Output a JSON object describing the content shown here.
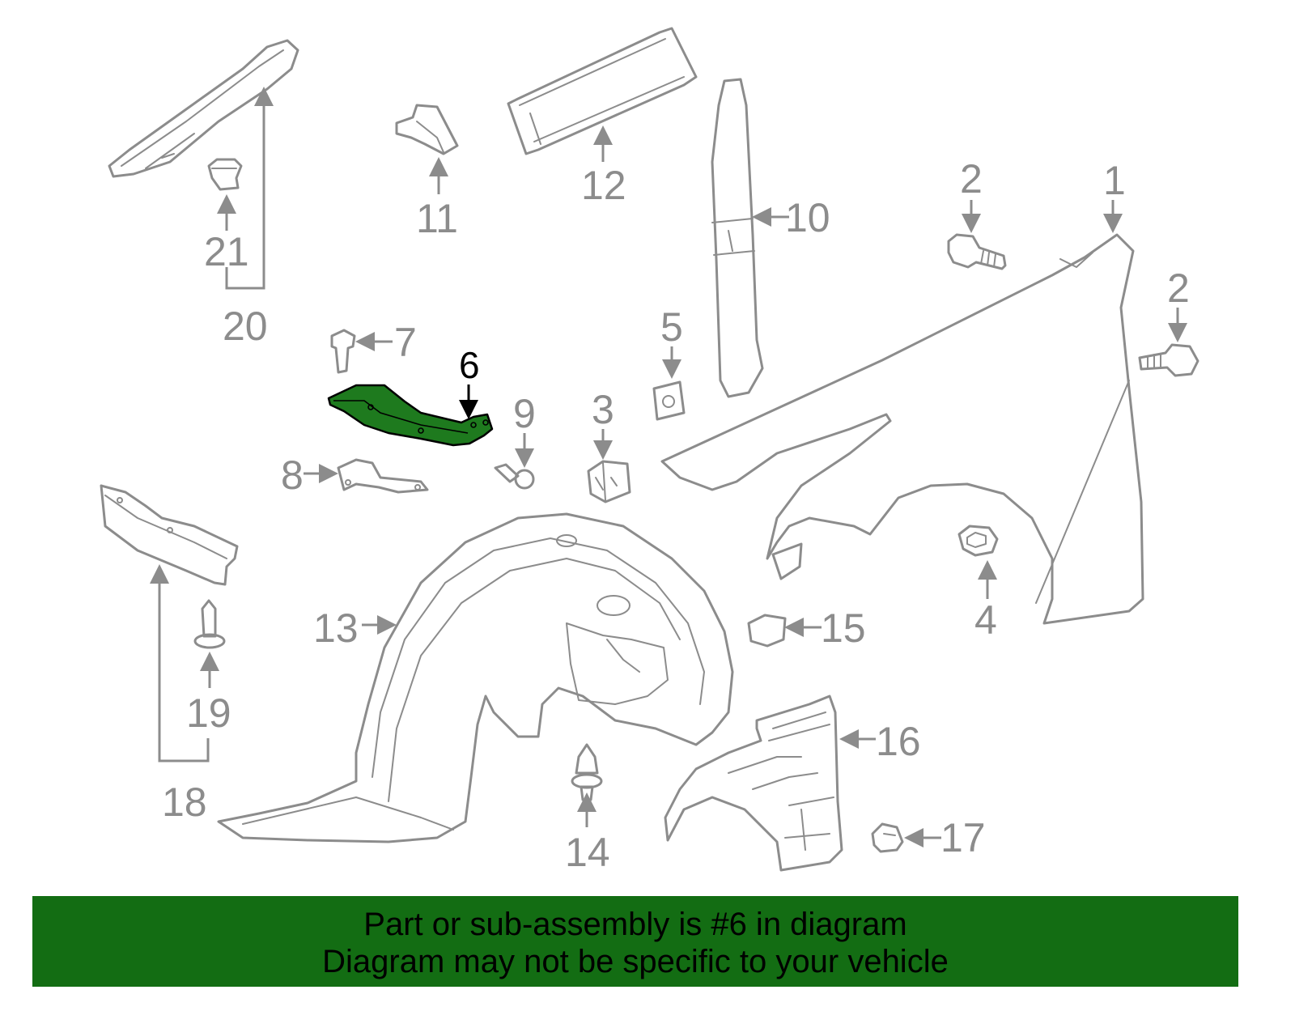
{
  "highlight_color": "#1e7a1e",
  "banner_color": "#136d13",
  "labels": {
    "p1": "1",
    "p2a": "2",
    "p2b": "2",
    "p3": "3",
    "p4": "4",
    "p5": "5",
    "p6": "6",
    "p7": "7",
    "p8": "8",
    "p9": "9",
    "p10": "10",
    "p11": "11",
    "p12": "12",
    "p13": "13",
    "p14": "14",
    "p15": "15",
    "p16": "16",
    "p17": "17",
    "p18": "18",
    "p19": "19",
    "p20": "20",
    "p21": "21"
  },
  "banner": {
    "line1": "Part or sub-assembly is #6 in diagram",
    "line2": "Diagram may not be specific to your vehicle"
  }
}
